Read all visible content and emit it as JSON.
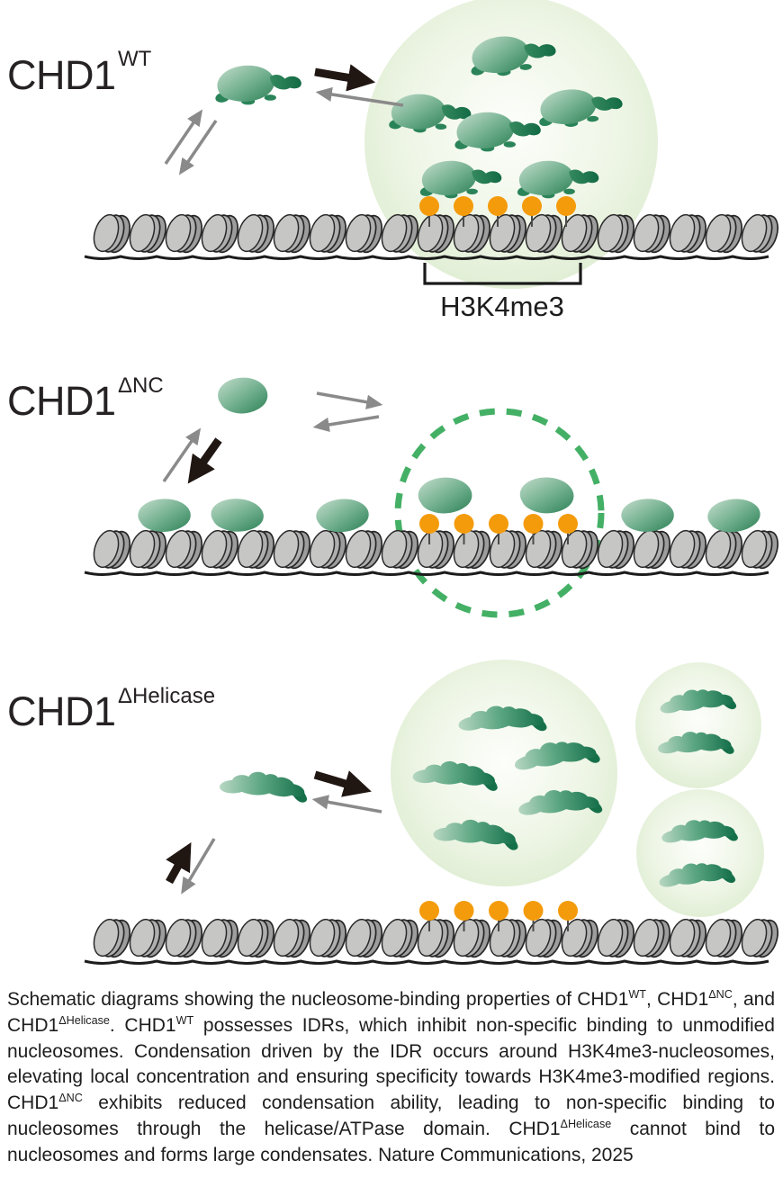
{
  "figure": {
    "panels": [
      {
        "id": "wt",
        "label_base": "CHD1",
        "label_sup": "WT",
        "h3k4me3_label": "H3K4me3",
        "h3k4me3_marks": 5,
        "nucleosomes": 19
      },
      {
        "id": "dnc",
        "label_base": "CHD1",
        "label_sup": "ΔNC",
        "h3k4me3_marks": 5,
        "nucleosomes": 19
      },
      {
        "id": "dhelicase",
        "label_base": "CHD1",
        "label_sup": "ΔHelicase",
        "h3k4me3_marks": 5,
        "nucleosomes": 19
      }
    ],
    "colors": {
      "protein_light": "#c3ddcb",
      "protein_mid": "#6fae8d",
      "protein_dark": "#2c8055",
      "protein_accent": "#15704a",
      "condensate_edge": "#ddecd0",
      "condensate_center": "#fdfefb",
      "h3k4me3_orange": "#f49b0b",
      "dashed_circle_green": "#44b065",
      "nucleosome_face": "#c6c6c5",
      "nucleosome_back": "#9e9d9d",
      "arrow_black": "#201612",
      "arrow_gray": "#8a8a8a",
      "label_color": "#262223"
    }
  },
  "caption": {
    "segments": [
      {
        "text": "Schematic diagrams showing the nucleosome-binding properties of CHD1"
      },
      {
        "text": "WT",
        "sup": true
      },
      {
        "text": ", CHD1"
      },
      {
        "text": "ΔNC",
        "sup": true
      },
      {
        "text": ", and CHD1"
      },
      {
        "text": "ΔHelicase",
        "sup": true
      },
      {
        "text": ". CHD1"
      },
      {
        "text": "WT",
        "sup": true
      },
      {
        "text": " possesses IDRs, which inhibit non-specific binding to unmodified nucleosomes. Condensation driven by the IDR occurs around H3K4me3-nucleosomes, elevating local concentration and ensuring specificity towards H3K4me3-modified regions. CHD1"
      },
      {
        "text": "ΔNC",
        "sup": true
      },
      {
        "text": " exhibits reduced condensation ability, leading to non-specific binding to nucleosomes through the helicase/ATPase domain. CHD1"
      },
      {
        "text": "ΔHelicase",
        "sup": true
      },
      {
        "text": " cannot bind to nucleosomes and forms large condensates. Nature Communications, 2025"
      }
    ]
  }
}
